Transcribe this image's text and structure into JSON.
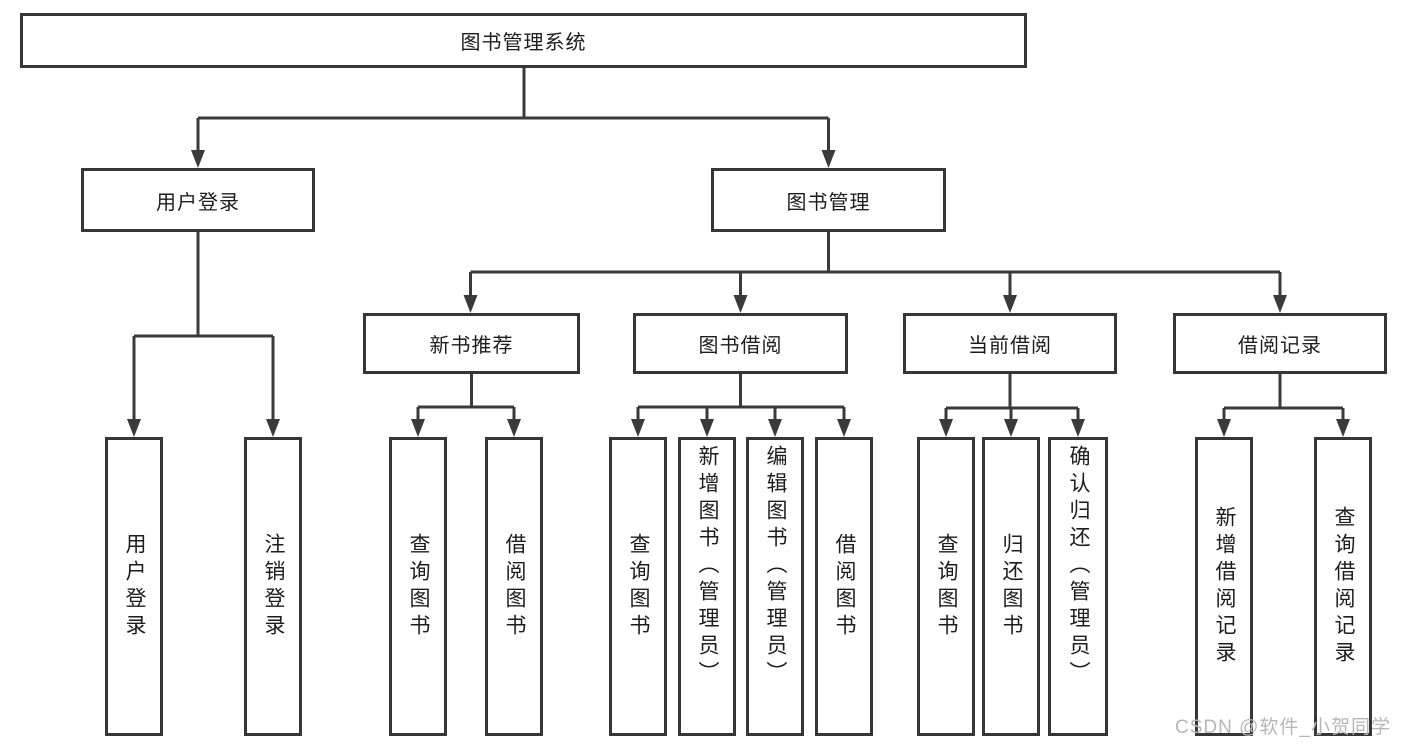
{
  "colors": {
    "line": "#3a3a3a",
    "box_border": "#363636",
    "text": "#1d1d1d",
    "watermark": "#b7b7b7",
    "background": "#ffffff"
  },
  "tree": {
    "root": {
      "label": "图书管理系统"
    },
    "user_branch": {
      "label": "用户登录",
      "children": [
        {
          "label": "用户登录"
        },
        {
          "label": "注销登录"
        }
      ]
    },
    "book_branch": {
      "label": "图书管理",
      "sections": [
        {
          "label": "新书推荐",
          "children": [
            {
              "label": "查询图书"
            },
            {
              "label": "借阅图书"
            }
          ]
        },
        {
          "label": "图书借阅",
          "children": [
            {
              "label": "查询图书"
            },
            {
              "label": "新增图书（管理员）"
            },
            {
              "label": "编辑图书（管理员）"
            },
            {
              "label": "借阅图书"
            }
          ]
        },
        {
          "label": "当前借阅",
          "children": [
            {
              "label": "查询图书"
            },
            {
              "label": "归还图书"
            },
            {
              "label": "确认归还（管理员）"
            }
          ]
        },
        {
          "label": "借阅记录",
          "children": [
            {
              "label": "新增借阅记录"
            },
            {
              "label": "查询借阅记录"
            }
          ]
        }
      ]
    }
  },
  "watermark": {
    "text": "CSDN @软件_小贺同学"
  }
}
